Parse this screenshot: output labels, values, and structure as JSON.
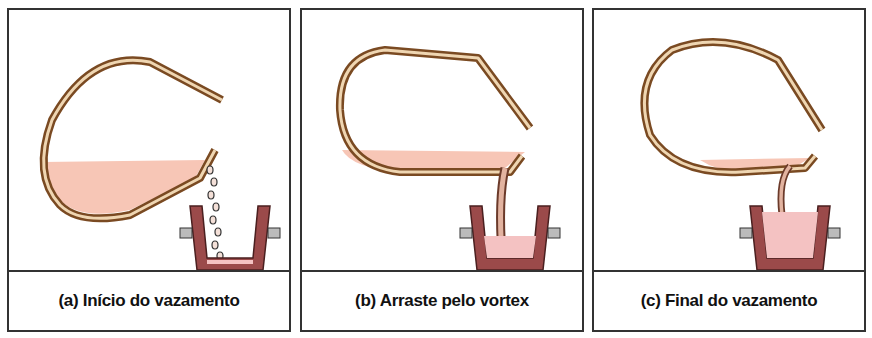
{
  "diagram": {
    "nodes": [
      {
        "text": [
          "(a) Início do vazamento"
        ]
      },
      {
        "text": [
          "(b) Arraste pelo vortex"
        ]
      },
      {
        "text": [
          "(c) Final do vazamento"
        ]
      }
    ]
  }
}
